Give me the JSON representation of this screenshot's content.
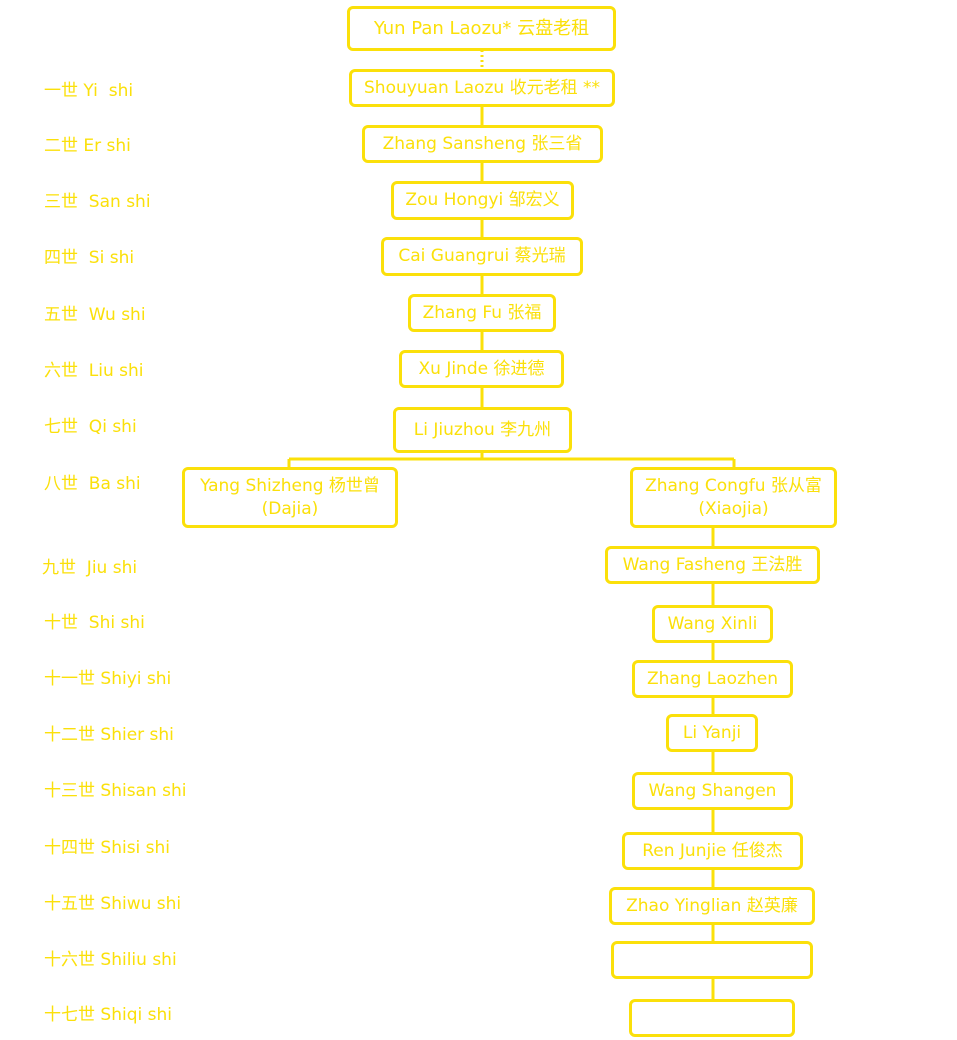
{
  "generations": [
    "一世 Yi  shi",
    "二世 Er shi",
    "三世  San shi",
    "四世  Si shi",
    "五世  Wu shi",
    "六世  Liu shi",
    "七世  Qi shi",
    "八世  Ba shi",
    "九世  Jiu shi",
    "十世  Shi shi",
    "十一世 Shiyi shi",
    "十二世 Shier shi",
    "十三世 Shisan shi",
    "十四世 Shisi shi",
    "十五世 Shiwu shi",
    "十六世 Shiliu shi",
    "十七世 Shiqi shi"
  ],
  "nodes": {
    "root": "Yun Pan Laozu* 云盘老租",
    "shouyuan": "Shouyuan Laozu 收元老租 **",
    "zhang_sansheng": "Zhang Sansheng 张三省",
    "zou_hongyi": "Zou Hongyi 邹宏义",
    "cai_guangrui": "Cai Guangrui 蔡光瑞",
    "zhang_fu": "Zhang Fu 张福",
    "xu_jinde": "Xu Jinde 徐进德",
    "li_jiuzhou": "Li Jiuzhou 李九州",
    "yang_shizheng": "Yang Shizheng 杨世曾",
    "yang_shizheng_sub": "(Dajia)",
    "zhang_congfu": "Zhang Congfu 张从富",
    "zhang_congfu_sub": "(Xiaojia)",
    "wang_fasheng": "Wang Fasheng 王法胜",
    "wang_xinli": "Wang Xinli",
    "zhang_laozhen": "Zhang Laozhen",
    "li_yanji": "Li Yanji",
    "wang_shangen": "Wang Shangen",
    "ren_junjie": "Ren Junjie 任俊杰",
    "zhao_yinglian": "Zhao Yinglian 赵英廉",
    "empty_16": "",
    "empty_17": ""
  },
  "colors": {
    "accent": "#fbe00a",
    "background": "#ffffff"
  }
}
